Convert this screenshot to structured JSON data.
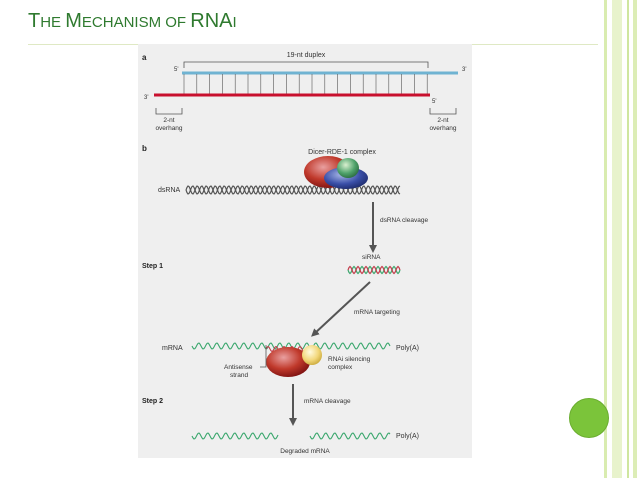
{
  "slide": {
    "title_first": "T",
    "title_rest_1": "HE ",
    "title_m": "M",
    "title_rest_2": "ECHANISM OF ",
    "title_rnai": "RNA",
    "title_i": "I"
  },
  "figure": {
    "panel_a_letter": "a",
    "duplex_label": "19-nt duplex",
    "top_strand_5prime": "5'",
    "top_strand_3prime": "3'",
    "bottom_strand_3prime": "3'",
    "bottom_strand_5prime": "5'",
    "overhang_left_1": "2-nt",
    "overhang_left_2": "overhang",
    "overhang_right_1": "2-nt",
    "overhang_right_2": "overhang",
    "panel_b_letter": "b",
    "dicer_label": "Dicer-RDE-1 complex",
    "dsrna_label": "dsRNA",
    "cleavage_label": "dsRNA cleavage",
    "step1_label": "Step 1",
    "sirna_label": "siRNA",
    "targeting_label": "mRNA targeting",
    "mrna_label": "mRNA",
    "polya_label_1": "Poly(A)",
    "risc_label_1": "RNAi silencing",
    "risc_label_2": "complex",
    "antisense_label_1": "Antisense",
    "antisense_label_2": "strand",
    "step2_label": "Step 2",
    "mrna_cleavage_label": "mRNA cleavage",
    "polya_label_2": "Poly(A)",
    "degraded_label": "Degraded mRNA"
  },
  "colors": {
    "title_green": "#2f7a2f",
    "sense_blue": "#6fb3d2",
    "antisense_red": "#c8102e",
    "rna_green": "#3aa76d",
    "rna_red": "#c23b4a",
    "nav_dot": "#7bc43a"
  }
}
